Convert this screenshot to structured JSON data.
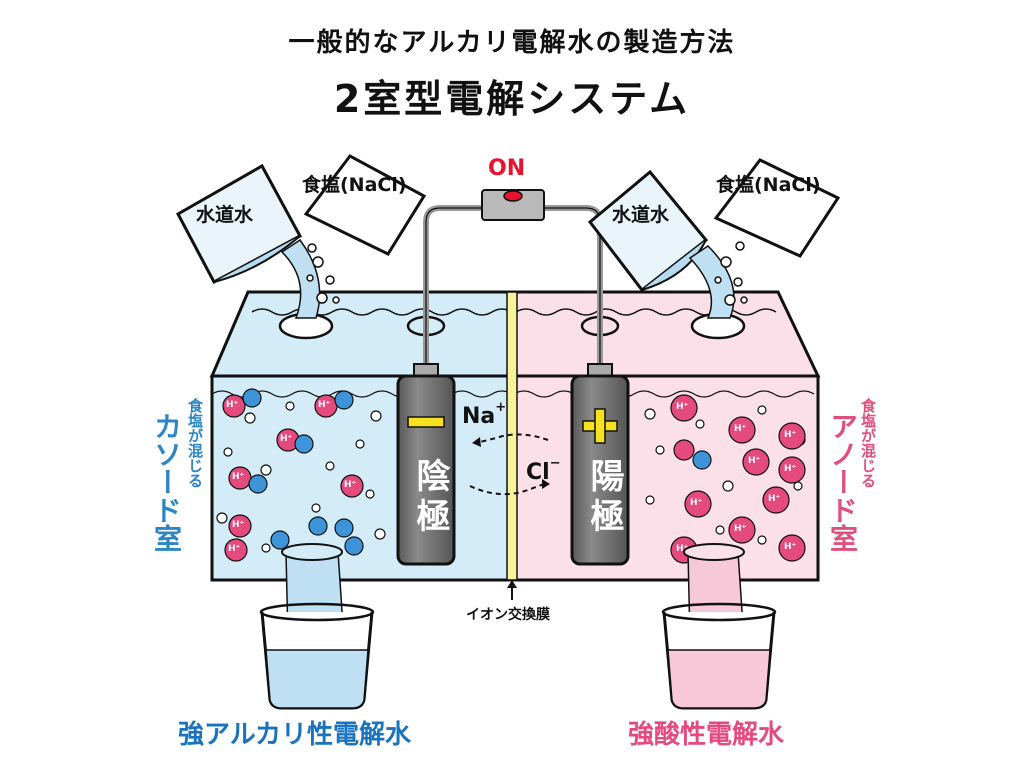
{
  "title": {
    "line1": "一般的なアルカリ電解水の製造方法",
    "line2": "2室型電解システム"
  },
  "switch": {
    "label": "ON",
    "color": "#e8132e"
  },
  "left_inputs": {
    "tap_water": "水道水",
    "salt": "食塩(NaCl)"
  },
  "right_inputs": {
    "tap_water": "水道水",
    "salt": "食塩(NaCl)"
  },
  "ions": {
    "sodium": {
      "symbol": "Na",
      "charge": "+"
    },
    "chloride": {
      "symbol": "Cl",
      "charge": "−"
    }
  },
  "electrodes": {
    "cathode": {
      "sign": "−",
      "name": "陰極"
    },
    "anode": {
      "sign": "+",
      "name": "陽極"
    }
  },
  "chambers": {
    "cathode": {
      "note": "食塩が混じる",
      "name": "カソード室",
      "color": "#2d86c6"
    },
    "anode": {
      "note": "食塩が混じる",
      "name": "アノード室",
      "color": "#e0507f"
    }
  },
  "membrane": {
    "label": "イオン交換膜"
  },
  "particle": {
    "label": "H⁺"
  },
  "outputs": {
    "left": {
      "label": "強アルカリ性電解水",
      "color": "#1a73be"
    },
    "right": {
      "label": "強酸性電解水",
      "color": "#e54a7e"
    }
  }
}
